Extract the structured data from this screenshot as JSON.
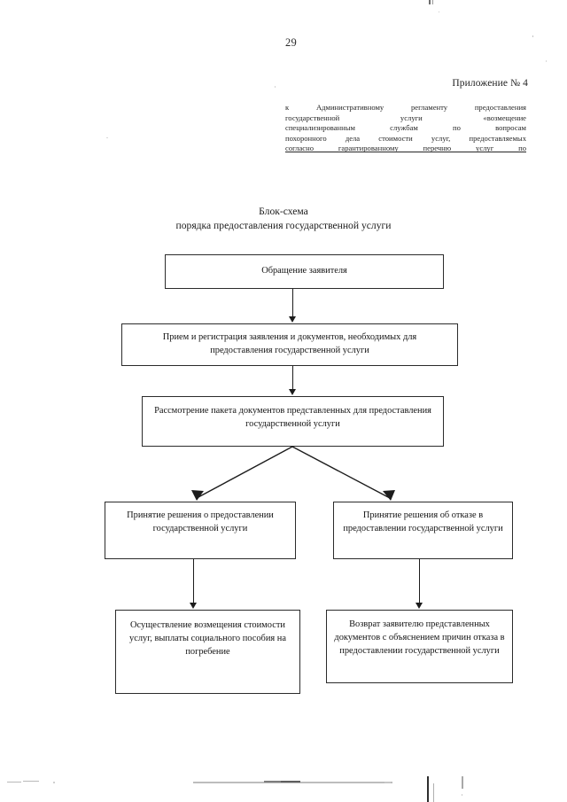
{
  "document": {
    "page_number": "29",
    "appendix_label": "Приложение № 4",
    "preamble_lines": [
      {
        "text": "к Административному регламенту предоставления",
        "underlined": false
      },
      {
        "text": "государственной услуги «возмещение",
        "underlined": false
      },
      {
        "text": "специализированным службам по вопросам",
        "underlined": false
      },
      {
        "text": "похоронного дела стоимости услуг, предоставляемых",
        "underlined": false
      },
      {
        "text": "согласно гарантированному перечню услуг по",
        "underlined": true
      }
    ],
    "chart_title_line1": "Блок-схема",
    "chart_title_line2": "порядка предоставления государственной услуги"
  },
  "flowchart": {
    "nodes": {
      "appeal": "Обращение заявителя",
      "intake": "Прием и регистрация заявления и документов, необходимых для предоставления государственной услуги",
      "review": "Рассмотрение пакета документов представленных для предоставления государственной услуги",
      "approve": "Принятие решения  о предоставлении государственной услуги",
      "refuse": "Принятие решения   об отказе в предоставлении государственной услуги",
      "payout": "Осуществление возмещения стоимости услуг,  выплаты социального пособия на погребение",
      "return": "Возврат заявителю представленных документов с объяснением причин отказа  в  предоставлении государственной услуги"
    },
    "edges": [
      {
        "from": "appeal",
        "to": "intake",
        "kind": "straight-arrow"
      },
      {
        "from": "intake",
        "to": "review",
        "kind": "straight-arrow"
      },
      {
        "from": "review",
        "to": "approve",
        "kind": "diagonal-arrow"
      },
      {
        "from": "review",
        "to": "refuse",
        "kind": "diagonal-arrow"
      },
      {
        "from": "approve",
        "to": "payout",
        "kind": "straight-arrow"
      },
      {
        "from": "refuse",
        "to": "return",
        "kind": "straight-arrow"
      }
    ],
    "line_color": "#1c1c1c",
    "box_border_color": "#2b2b2b",
    "background_color": "#ffffff"
  }
}
